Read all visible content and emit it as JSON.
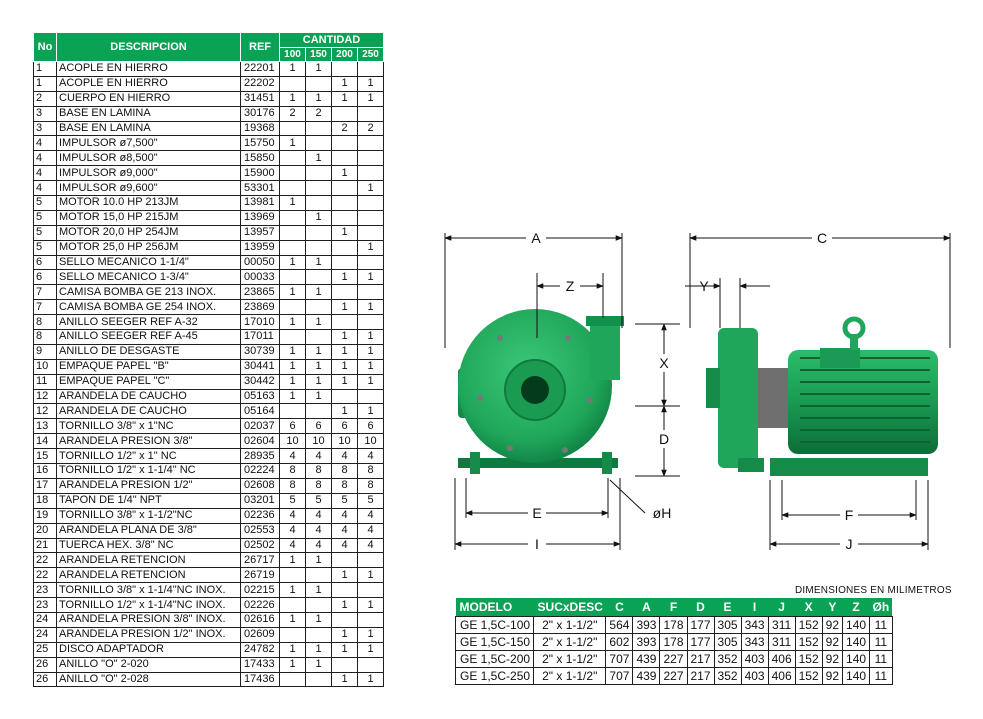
{
  "parts_table": {
    "headers": {
      "no": "No",
      "descripcion": "DESCRIPCION",
      "ref": "REF",
      "cantidad": "CANTIDAD",
      "sizes": [
        "100",
        "150",
        "200",
        "250"
      ]
    },
    "rows": [
      {
        "no": "1",
        "desc": "ACOPLE EN HIERRO",
        "ref": "22201",
        "q": [
          "1",
          "1",
          "",
          ""
        ]
      },
      {
        "no": "1",
        "desc": "ACOPLE EN HIERRO",
        "ref": "22202",
        "q": [
          "",
          "",
          "1",
          "1"
        ]
      },
      {
        "no": "2",
        "desc": "CUERPO EN HIERRO",
        "ref": "31451",
        "q": [
          "1",
          "1",
          "1",
          "1"
        ]
      },
      {
        "no": "3",
        "desc": "BASE EN LAMINA",
        "ref": "30176",
        "q": [
          "2",
          "2",
          "",
          ""
        ]
      },
      {
        "no": "3",
        "desc": "BASE EN LAMINA",
        "ref": "19368",
        "q": [
          "",
          "",
          "2",
          "2"
        ]
      },
      {
        "no": "4",
        "desc": "IMPULSOR  ø7,500\"",
        "ref": "15750",
        "q": [
          "1",
          "",
          "",
          ""
        ]
      },
      {
        "no": "4",
        "desc": "IMPULSOR  ø8,500\"",
        "ref": "15850",
        "q": [
          "",
          "1",
          "",
          ""
        ]
      },
      {
        "no": "4",
        "desc": "IMPULSOR  ø9,000\"",
        "ref": "15900",
        "q": [
          "",
          "",
          "1",
          ""
        ]
      },
      {
        "no": "4",
        "desc": "IMPULSOR  ø9,600\"",
        "ref": "53301",
        "q": [
          "",
          "",
          "",
          "1"
        ]
      },
      {
        "no": "5",
        "desc": "MOTOR 10.0 HP 213JM",
        "ref": "13981",
        "q": [
          "1",
          "",
          "",
          ""
        ]
      },
      {
        "no": "5",
        "desc": "MOTOR 15,0 HP 215JM",
        "ref": "13969",
        "q": [
          "",
          "1",
          "",
          ""
        ]
      },
      {
        "no": "5",
        "desc": "MOTOR 20,0 HP 254JM",
        "ref": "13957",
        "q": [
          "",
          "",
          "1",
          ""
        ]
      },
      {
        "no": "5",
        "desc": "MOTOR 25,0 HP 256JM",
        "ref": "13959",
        "q": [
          "",
          "",
          "",
          "1"
        ]
      },
      {
        "no": "6",
        "desc": "SELLO MECANICO 1-1/4\"",
        "ref": "00050",
        "q": [
          "1",
          "1",
          "",
          ""
        ]
      },
      {
        "no": "6",
        "desc": "SELLO MECANICO 1-3/4\"",
        "ref": "00033",
        "q": [
          "",
          "",
          "1",
          "1"
        ]
      },
      {
        "no": "7",
        "desc": "CAMISA BOMBA GE 213 INOX.",
        "ref": "23865",
        "q": [
          "1",
          "1",
          "",
          ""
        ]
      },
      {
        "no": "7",
        "desc": "CAMISA BOMBA GE 254 INOX.",
        "ref": "23869",
        "q": [
          "",
          "",
          "1",
          "1"
        ]
      },
      {
        "no": "8",
        "desc": "ANILLO SEEGER REF A-32",
        "ref": "17010",
        "q": [
          "1",
          "1",
          "",
          ""
        ]
      },
      {
        "no": "8",
        "desc": "ANILLO SEEGER REF A-45",
        "ref": "17011",
        "q": [
          "",
          "",
          "1",
          "1"
        ]
      },
      {
        "no": "9",
        "desc": "ANILLO DE DESGASTE",
        "ref": "30739",
        "q": [
          "1",
          "1",
          "1",
          "1"
        ]
      },
      {
        "no": "10",
        "desc": "EMPAQUE PAPEL \"B\"",
        "ref": "30441",
        "q": [
          "1",
          "1",
          "1",
          "1"
        ]
      },
      {
        "no": "11",
        "desc": "EMPAQUE PAPEL \"C\"",
        "ref": "30442",
        "q": [
          "1",
          "1",
          "1",
          "1"
        ]
      },
      {
        "no": "12",
        "desc": "ARANDELA DE CAUCHO",
        "ref": "05163",
        "q": [
          "1",
          "1",
          "",
          ""
        ]
      },
      {
        "no": "12",
        "desc": "ARANDELA DE CAUCHO",
        "ref": "05164",
        "q": [
          "",
          "",
          "1",
          "1"
        ]
      },
      {
        "no": "13",
        "desc": "TORNILLO 3/8\" x 1\"NC",
        "ref": "02037",
        "q": [
          "6",
          "6",
          "6",
          "6"
        ]
      },
      {
        "no": "14",
        "desc": "ARANDELA PRESION 3/8\"",
        "ref": "02604",
        "q": [
          "10",
          "10",
          "10",
          "10"
        ]
      },
      {
        "no": "15",
        "desc": "TORNILLO 1/2\" x 1\" NC",
        "ref": "28935",
        "q": [
          "4",
          "4",
          "4",
          "4"
        ]
      },
      {
        "no": "16",
        "desc": "TORNILLO 1/2\" x 1-1/4\" NC",
        "ref": "02224",
        "q": [
          "8",
          "8",
          "8",
          "8"
        ]
      },
      {
        "no": "17",
        "desc": "ARANDELA PRESION 1/2\"",
        "ref": "02608",
        "q": [
          "8",
          "8",
          "8",
          "8"
        ]
      },
      {
        "no": "18",
        "desc": "TAPON DE 1/4\" NPT",
        "ref": "03201",
        "q": [
          "5",
          "5",
          "5",
          "5"
        ]
      },
      {
        "no": "19",
        "desc": "TORNILLO 3/8\" x 1-1/2\"NC",
        "ref": "02236",
        "q": [
          "4",
          "4",
          "4",
          "4"
        ]
      },
      {
        "no": "20",
        "desc": "ARANDELA PLANA DE 3/8\"",
        "ref": "02553",
        "q": [
          "4",
          "4",
          "4",
          "4"
        ]
      },
      {
        "no": "21",
        "desc": "TUERCA HEX. 3/8\" NC",
        "ref": "02502",
        "q": [
          "4",
          "4",
          "4",
          "4"
        ]
      },
      {
        "no": "22",
        "desc": "ARANDELA RETENCION",
        "ref": "26717",
        "q": [
          "1",
          "1",
          "",
          ""
        ]
      },
      {
        "no": "22",
        "desc": "ARANDELA RETENCION",
        "ref": "26719",
        "q": [
          "",
          "",
          "1",
          "1"
        ]
      },
      {
        "no": "23",
        "desc": "TORNILLO 3/8\" x 1-1/4\"NC INOX.",
        "ref": "02215",
        "q": [
          "1",
          "1",
          "",
          ""
        ]
      },
      {
        "no": "23",
        "desc": "TORNILLO 1/2\" x 1-1/4\"NC INOX.",
        "ref": "02226",
        "q": [
          "",
          "",
          "1",
          "1"
        ]
      },
      {
        "no": "24",
        "desc": "ARANDELA PRESION 3/8\" INOX.",
        "ref": "02616",
        "q": [
          "1",
          "1",
          "",
          ""
        ]
      },
      {
        "no": "24",
        "desc": "ARANDELA PRESION 1/2\" INOX.",
        "ref": "02609",
        "q": [
          "",
          "",
          "1",
          "1"
        ]
      },
      {
        "no": "25",
        "desc": "DISCO ADAPTADOR",
        "ref": "24782",
        "q": [
          "1",
          "1",
          "1",
          "1"
        ]
      },
      {
        "no": "26",
        "desc": "ANILLO \"O\" 2-020",
        "ref": "17433",
        "q": [
          "1",
          "1",
          "",
          ""
        ]
      },
      {
        "no": "26",
        "desc": "ANILLO \"O\" 2-028",
        "ref": "17436",
        "q": [
          "",
          "",
          "1",
          "1"
        ]
      }
    ]
  },
  "diagram": {
    "labels": {
      "A": "A",
      "C": "C",
      "Z": "Z",
      "Y": "Y",
      "X": "X",
      "D": "D",
      "E": "E",
      "H": "øH",
      "I": "I",
      "F": "F",
      "J": "J"
    },
    "colors": {
      "pump_green": "#1fa65a",
      "pump_dark": "#0e7a3f",
      "pump_light": "#3cc878"
    }
  },
  "dimensions": {
    "title": "DIMENSIONES EN MILIMETROS",
    "headers": [
      "MODELO",
      "SUCxDESC",
      "C",
      "A",
      "F",
      "D",
      "E",
      "I",
      "J",
      "X",
      "Y",
      "Z",
      "Øh"
    ],
    "rows": [
      [
        "GE 1,5C-100",
        "2\" x 1-1/2\"",
        "564",
        "393",
        "178",
        "177",
        "305",
        "343",
        "311",
        "152",
        "92",
        "140",
        "11"
      ],
      [
        "GE 1,5C-150",
        "2\" x 1-1/2\"",
        "602",
        "393",
        "178",
        "177",
        "305",
        "343",
        "311",
        "152",
        "92",
        "140",
        "11"
      ],
      [
        "GE 1,5C-200",
        "2\" x 1-1/2\"",
        "707",
        "439",
        "227",
        "217",
        "352",
        "403",
        "406",
        "152",
        "92",
        "140",
        "11"
      ],
      [
        "GE 1,5C-250",
        "2\" x 1-1/2\"",
        "707",
        "439",
        "227",
        "217",
        "352",
        "403",
        "406",
        "152",
        "92",
        "140",
        "11"
      ]
    ]
  },
  "theme": {
    "header_green": "#0aa356",
    "border": "#1f1f1f"
  }
}
